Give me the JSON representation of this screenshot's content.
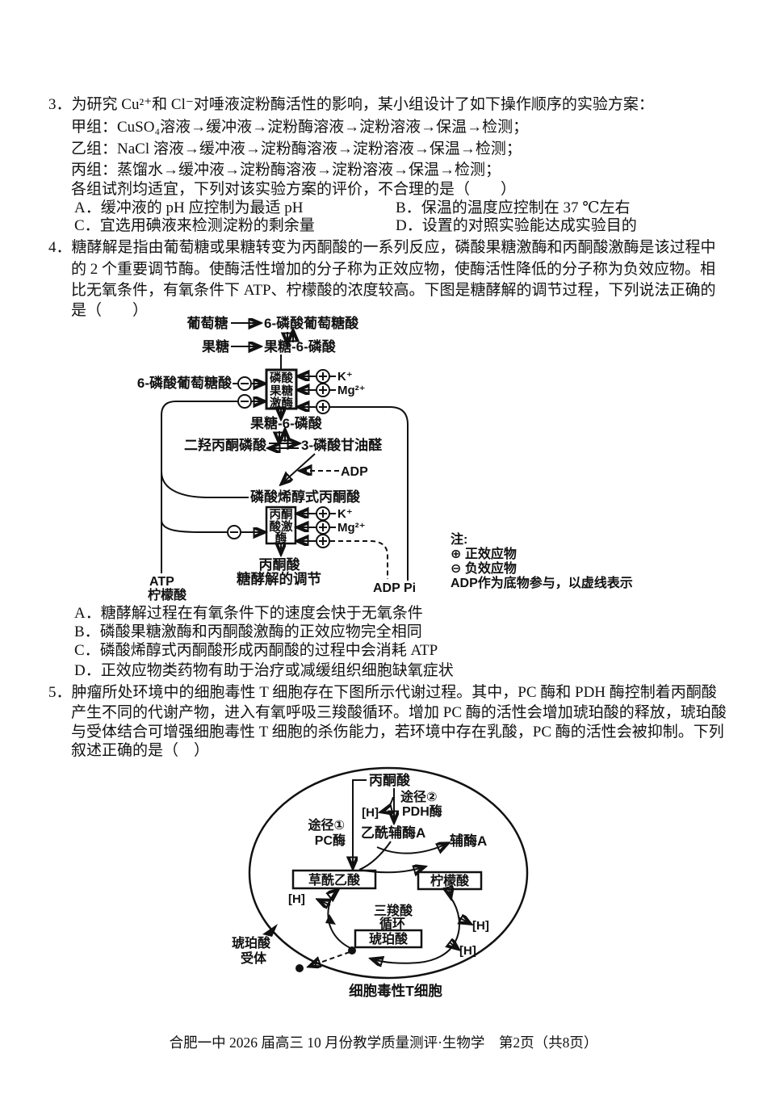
{
  "q3": {
    "number": "3．",
    "stem": "为研究 Cu²⁺和 Cl⁻对唾液淀粉酶活性的影响，某小组设计了如下操作顺序的实验方案：",
    "groups": [
      "甲组：CuSO₄溶液→缓冲液→淀粉酶溶液→淀粉溶液→保温→检测；",
      "乙组：NaCl 溶液→缓冲液→淀粉酶溶液→淀粉溶液→保温→检测；",
      "丙组：蒸馏水→缓冲液→淀粉酶溶液→淀粉溶液→保温→检测；"
    ],
    "prompt": "各组试剂均适宜，下列对该实验方案的评价，不合理的是（　　）",
    "options": [
      {
        "label": "A．",
        "text": "缓冲液的 pH 应控制为最适 pH"
      },
      {
        "label": "B．",
        "text": "保温的温度应控制在 37 ℃左右"
      },
      {
        "label": "C．",
        "text": "宜选用碘液来检测淀粉的剩余量"
      },
      {
        "label": "D．",
        "text": "设置的对照实验能达成实验目的"
      }
    ]
  },
  "q4": {
    "number": "4．",
    "stem_lines": [
      "糖酵解是指由葡萄糖或果糖转变为丙酮酸的一系列反应，磷酸果糖激酶和丙酮酸激酶是该过程中",
      "的 2 个重要调节酶。使酶活性增加的分子称为正效应物，使酶活性降低的分子称为负效应物。相",
      "比无氧条件，有氧条件下 ATP、柠檬酸的浓度较高。下图是糖酵解的调节过程，下列说法正确的",
      "是（　　）"
    ],
    "options": [
      {
        "label": "A．",
        "text": "糖酵解过程在有氧条件下的速度会快于无氧条件"
      },
      {
        "label": "B．",
        "text": "磷酸果糖激酶和丙酮酸激酶的正效应物完全相同"
      },
      {
        "label": "C．",
        "text": "磷酸烯醇式丙酮酸形成丙酮酸的过程中会消耗 ATP"
      },
      {
        "label": "D．",
        "text": "正效应物类药物有助于治疗或减缓组织细胞缺氧症状"
      }
    ],
    "diagram": {
      "glucose": "葡萄糖",
      "g6p": "6-磷酸葡萄糖酸",
      "fructose": "果糖",
      "f6p_upper": "果糖-6-磷酸",
      "g6p_left": "6-磷酸葡萄糖酸",
      "pfk": [
        "磷酸",
        "果糖",
        "激酶"
      ],
      "kplus": "K⁺",
      "mg": "Mg²⁺",
      "f6p_lower": "果糖-6-磷酸",
      "dhap": "二羟丙酮磷酸",
      "g3p": "3-磷酸甘油醛",
      "adp": "ADP",
      "pep": "磷酸烯醇式丙酮酸",
      "pk": [
        "丙酮",
        "酸激",
        "酶"
      ],
      "pyruvate": "丙酮酸",
      "caption": "糖酵解的调节",
      "atp": "ATP",
      "citrate": "柠檬酸",
      "pi": "Pi",
      "note_title": "注:",
      "note_pos": "⊕ 正效应物",
      "note_neg": "⊖ 负效应物",
      "note_adp": "ADP作为底物参与，以虚线表示"
    }
  },
  "q5": {
    "number": "5．",
    "stem_lines": [
      "肿瘤所处环境中的细胞毒性 T 细胞存在下图所示代谢过程。其中，PC 酶和 PDH 酶控制着丙酮酸",
      "产生不同的代谢产物，进入有氧呼吸三羧酸循环。增加 PC 酶的活性会增加琥珀酸的释放，琥珀酸",
      "与受体结合可增强细胞毒性 T 细胞的杀伤能力，若环境中存在乳酸，PC 酶的活性会被抑制。下列",
      "叙述正确的是（　）"
    ],
    "diagram": {
      "pyruvate": "丙酮酸",
      "path2": "途径②",
      "pdh": "PDH酶",
      "h": "[H]",
      "acetylcoa": "乙酰辅酶A",
      "path1": "途径①",
      "pc": "PC酶",
      "coa": "辅酶A",
      "oaa": "草酰乙酸",
      "citrate": "柠檬酸",
      "tca1": "三羧酸",
      "tca2": "循环",
      "succinate": "琥珀酸",
      "receptor1": "琥珀酸",
      "receptor2": "受体",
      "caption": "细胞毒性T细胞"
    }
  },
  "footer": "合肥一中 2026 届高三 10 月份教学质量测评·生物学　第2页（共8页）"
}
